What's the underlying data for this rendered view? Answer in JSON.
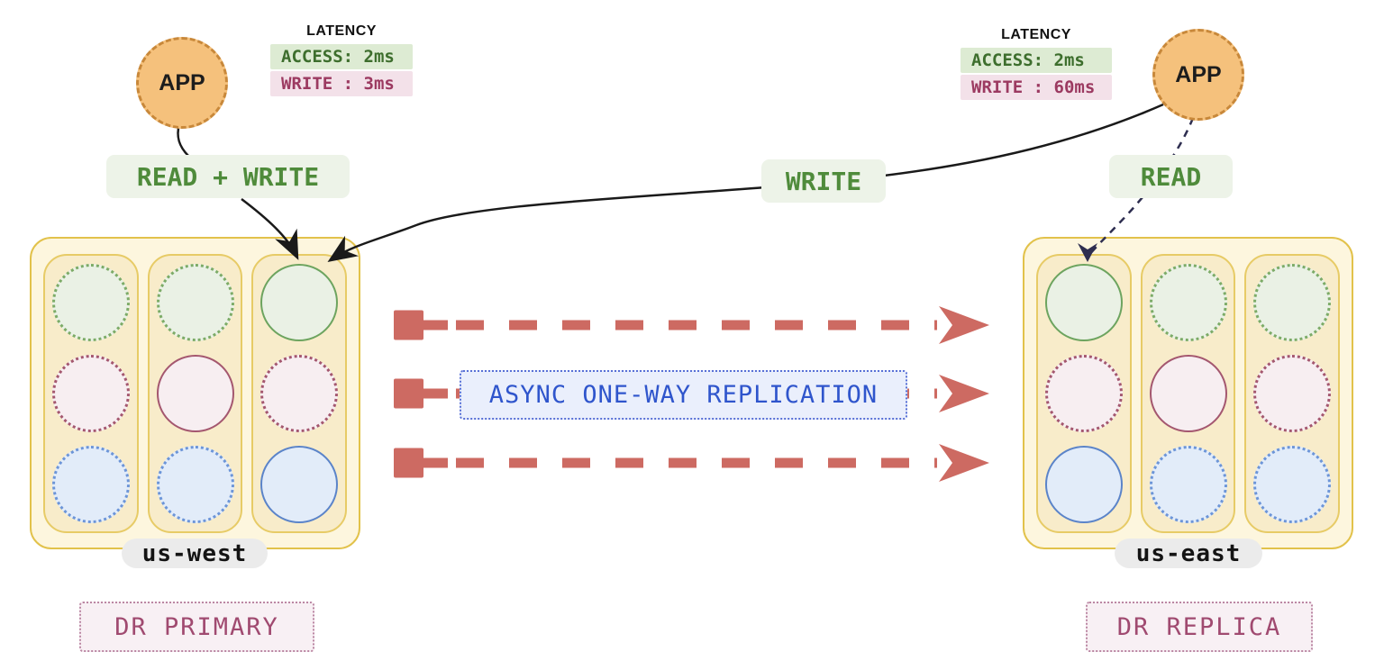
{
  "left": {
    "app_label": "APP",
    "latency": {
      "title": "LATENCY",
      "rows": [
        {
          "label": "ACCESS: 2ms",
          "type": "access"
        },
        {
          "label": "WRITE : 3ms",
          "type": "write"
        }
      ]
    },
    "path_label": "READ + WRITE",
    "cluster_name": "us-west",
    "role": "DR PRIMARY"
  },
  "right": {
    "app_label": "APP",
    "latency": {
      "title": "LATENCY",
      "rows": [
        {
          "label": "ACCESS: 2ms",
          "type": "access"
        },
        {
          "label": "WRITE : 60ms",
          "type": "write"
        }
      ]
    },
    "path_label": "READ",
    "cluster_name": "us-east",
    "role": "DR REPLICA"
  },
  "center": {
    "write_label": "WRITE",
    "replication_label": "ASYNC ONE-WAY REPLICATION"
  },
  "clusters": {
    "us_west": [
      [
        "green:dotted",
        "pink:dotted",
        "blue:dotted"
      ],
      [
        "green:dotted",
        "pink:solid",
        "blue:dotted"
      ],
      [
        "green:solid",
        "pink:dotted",
        "blue:solid"
      ]
    ],
    "us_east": [
      [
        "green:solid",
        "pink:dotted",
        "blue:solid"
      ],
      [
        "green:dotted",
        "pink:solid",
        "blue:dotted"
      ],
      [
        "green:dotted",
        "pink:dotted",
        "blue:dotted"
      ]
    ]
  },
  "colors": {
    "replication_arrow": "#cd6a62",
    "green_text": "#4f8b3b",
    "blue_text": "#2f55cc",
    "maroon_text": "#a04a70",
    "app_fill": "#f5c17c",
    "app_border": "#c8883a",
    "cluster_border": "#e2c24b",
    "pod_green": "#6da45f",
    "pod_pink": "#a4576f",
    "pod_blue": "#5b84c9"
  }
}
